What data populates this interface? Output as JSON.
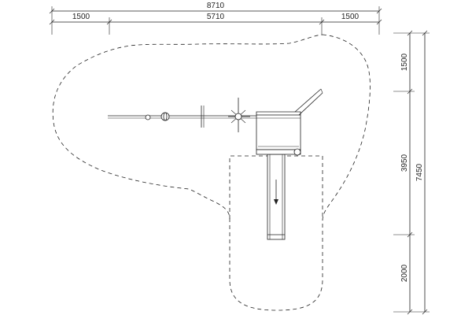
{
  "dimensions": {
    "top_total": "8710",
    "top_left": "1500",
    "top_middle": "5710",
    "top_right": "1500",
    "right_top": "1500",
    "right_middle": "3950",
    "right_bottom": "2000",
    "right_total": "7450"
  }
}
